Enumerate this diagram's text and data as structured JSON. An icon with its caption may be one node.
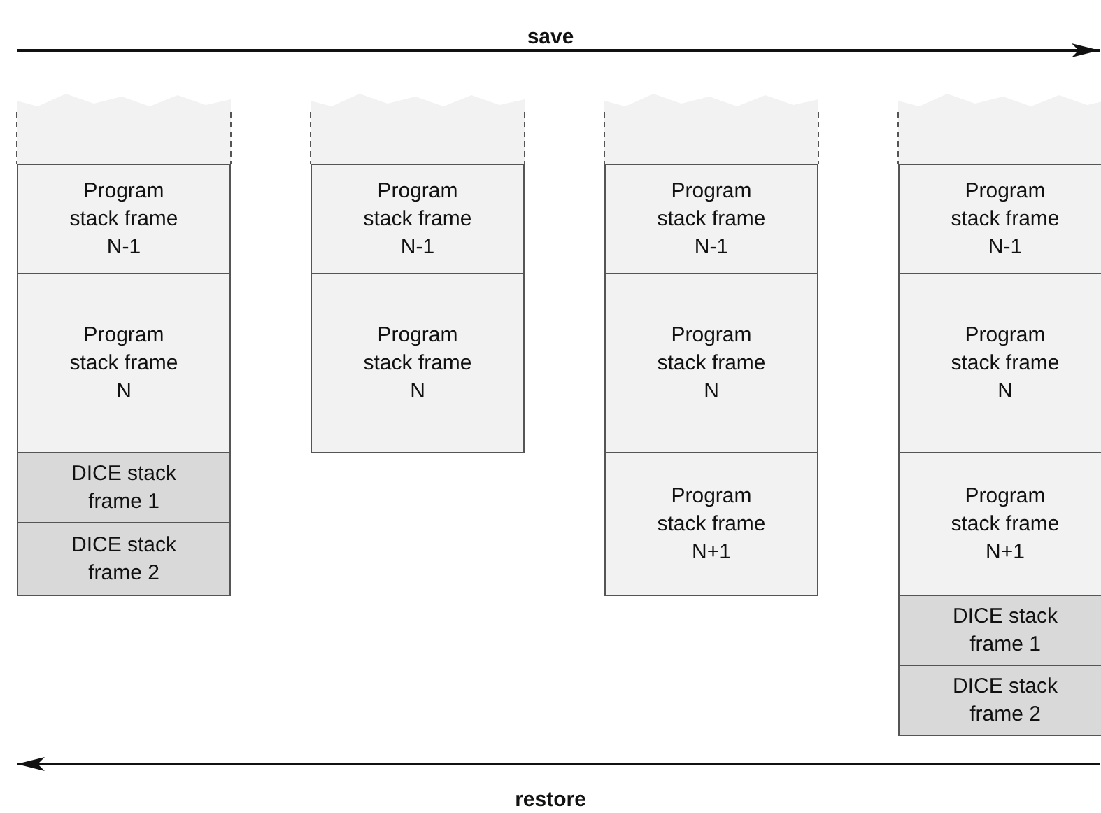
{
  "diagram": {
    "nodes": [
      {
        "text": [
          "Program stack frame N-1"
        ]
      },
      {
        "text": [
          "Program stack frame N"
        ]
      },
      {
        "text": [
          "DICE stack frame 1"
        ]
      },
      {
        "text": [
          "DICE stack frame 2"
        ]
      },
      {
        "text": [
          "Program stack frame N-1"
        ]
      },
      {
        "text": [
          "Program stack frame N"
        ]
      },
      {
        "text": [
          "Program stack frame N-1"
        ]
      },
      {
        "text": [
          "Program stack frame N"
        ]
      },
      {
        "text": [
          "Program stack frame N+1"
        ]
      },
      {
        "text": [
          "Program stack frame N-1"
        ]
      },
      {
        "text": [
          "Program stack frame N"
        ]
      },
      {
        "text": [
          "Program stack frame N+1"
        ]
      },
      {
        "text": [
          "DICE stack frame 1"
        ]
      },
      {
        "text": [
          "DICE stack frame 2"
        ]
      }
    ],
    "edges": [],
    "labels": [
      "save",
      "restore"
    ]
  }
}
